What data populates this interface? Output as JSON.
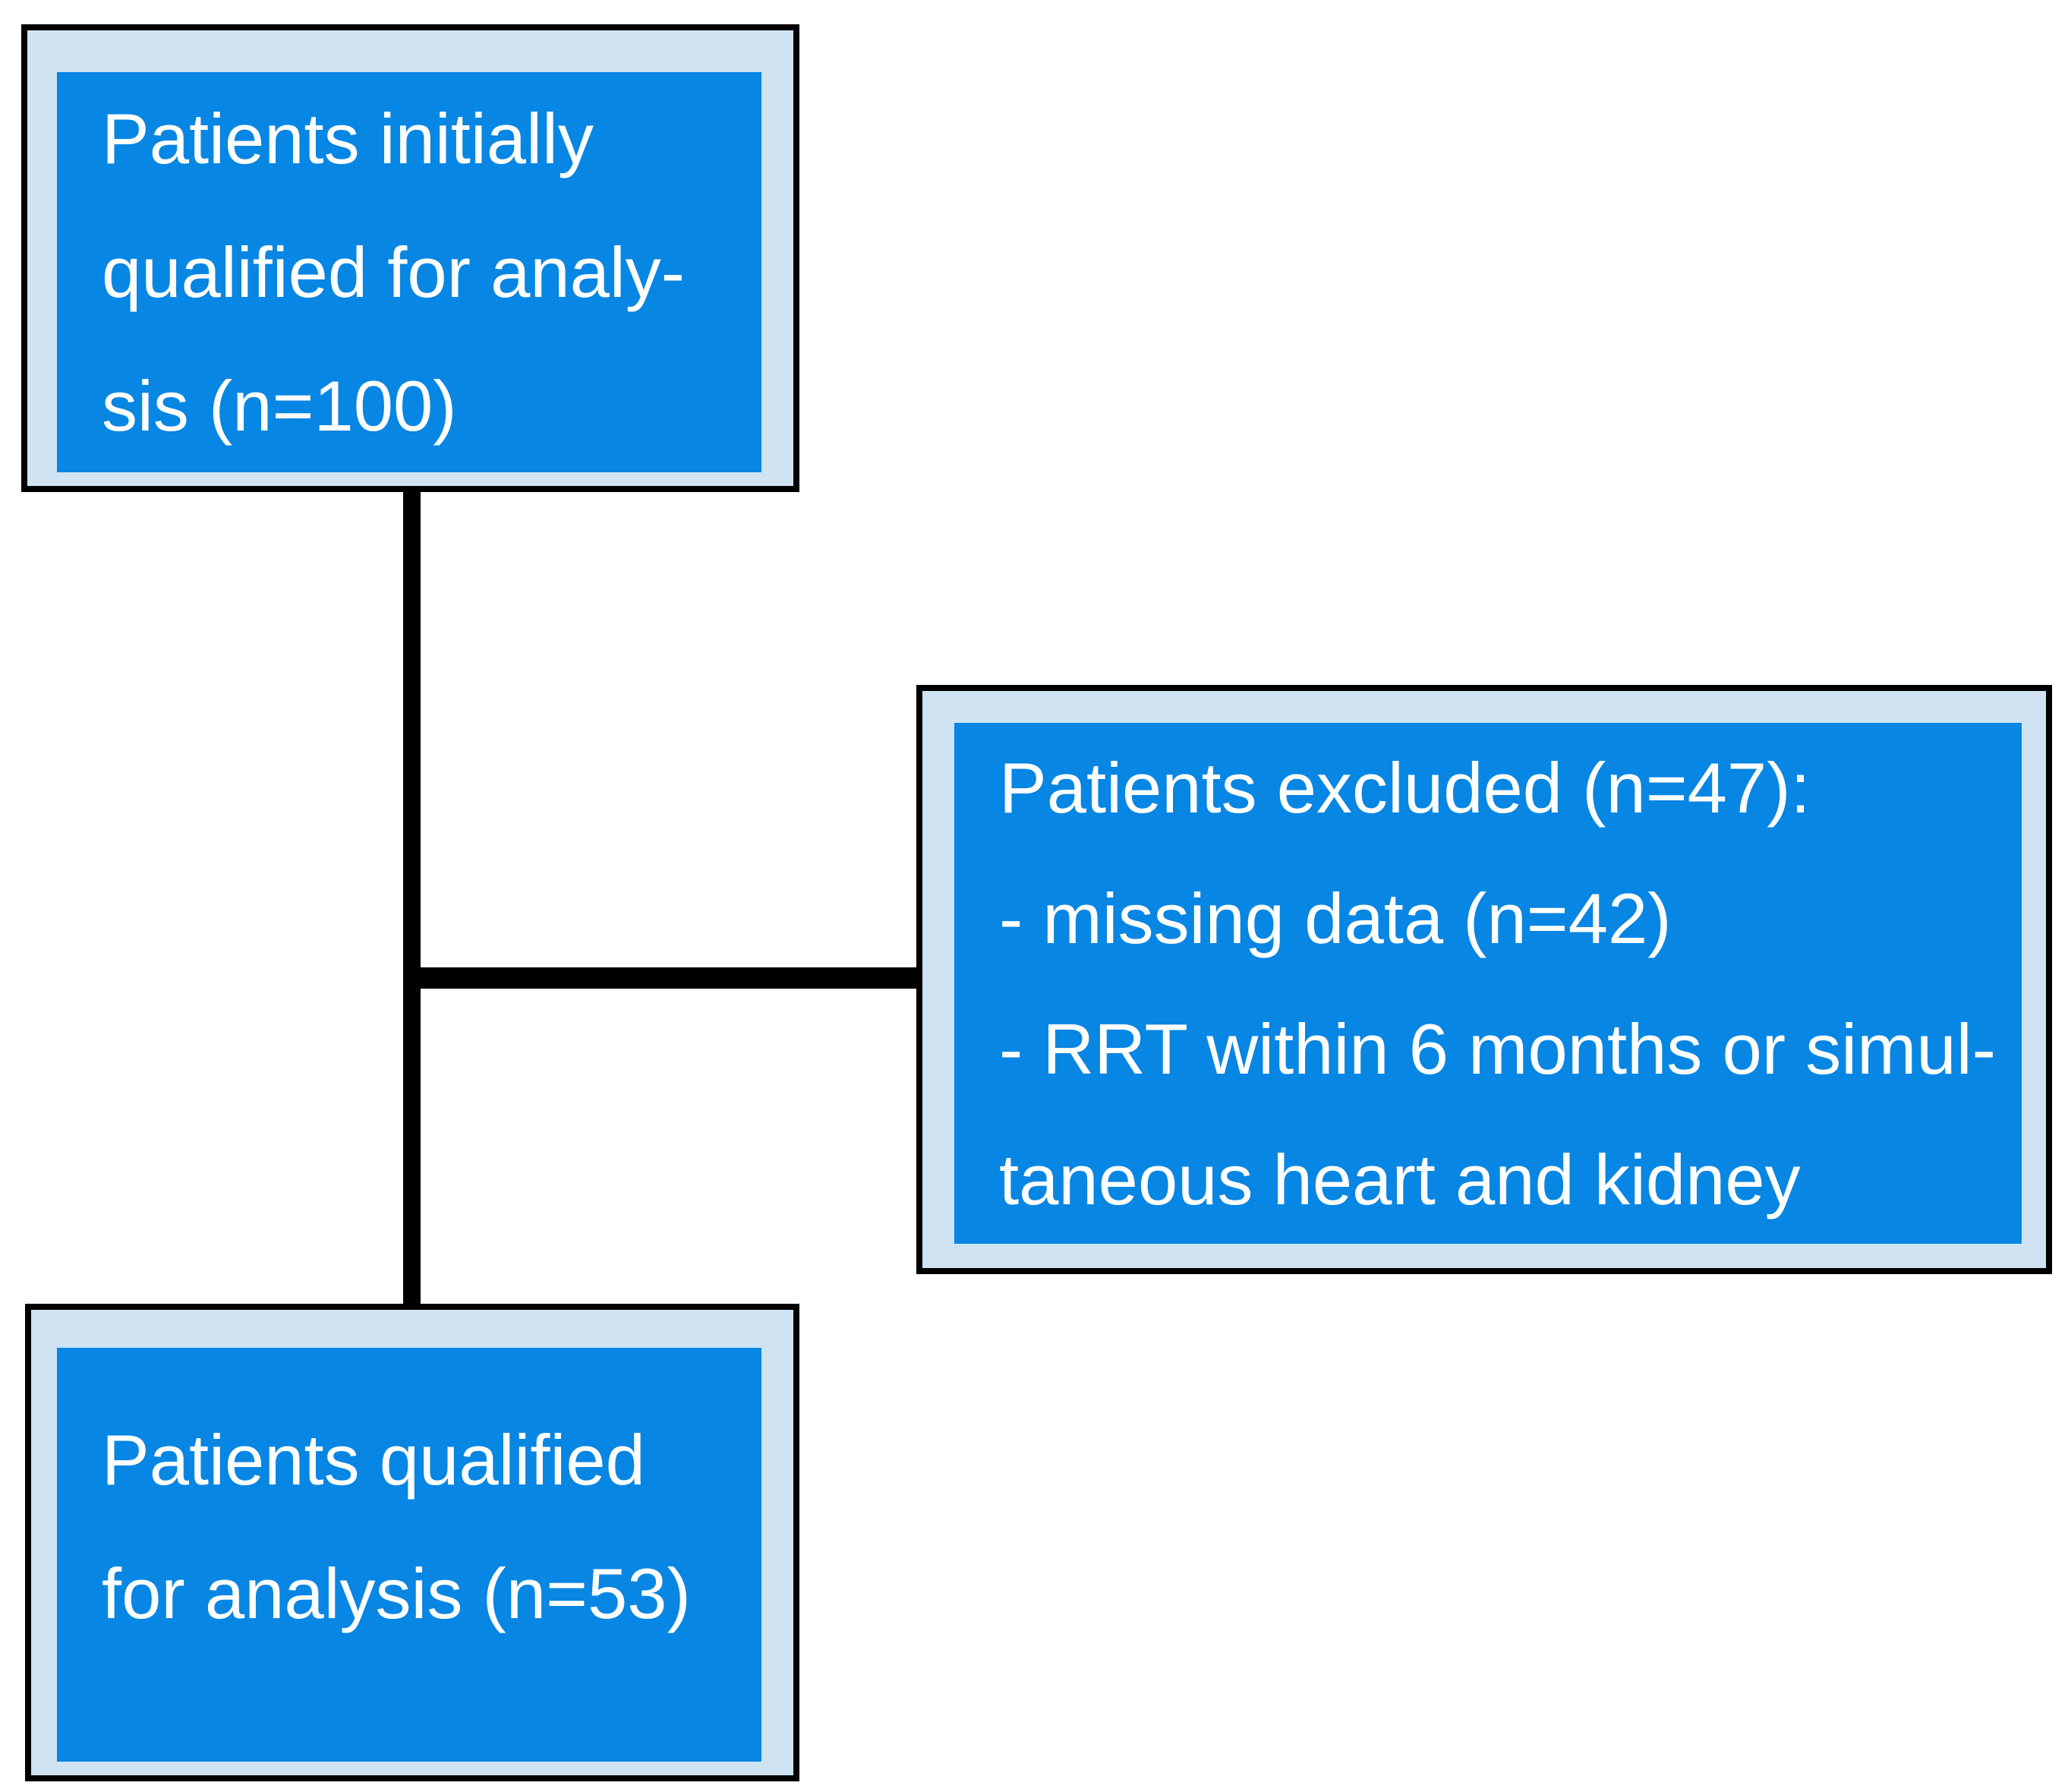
{
  "colors": {
    "box_fill": "#0786E3",
    "box_frame": "#CFE3F3",
    "box_border": "#000000",
    "connector": "#000000",
    "text": "#FFFFFF",
    "page_background": "#FFFFFF"
  },
  "boxes": {
    "initial": {
      "lines": [
        "Patients initially",
        "qualified for analy-",
        "sis (n=100)"
      ]
    },
    "excluded": {
      "lines": [
        "Patients excluded (n=47):",
        "- missing data (n=42)",
        "- RRT within 6 months or simul-",
        "taneous heart and kidney"
      ]
    },
    "qualified": {
      "lines": [
        "Patients qualified",
        "for analysis (n=53)"
      ]
    }
  }
}
